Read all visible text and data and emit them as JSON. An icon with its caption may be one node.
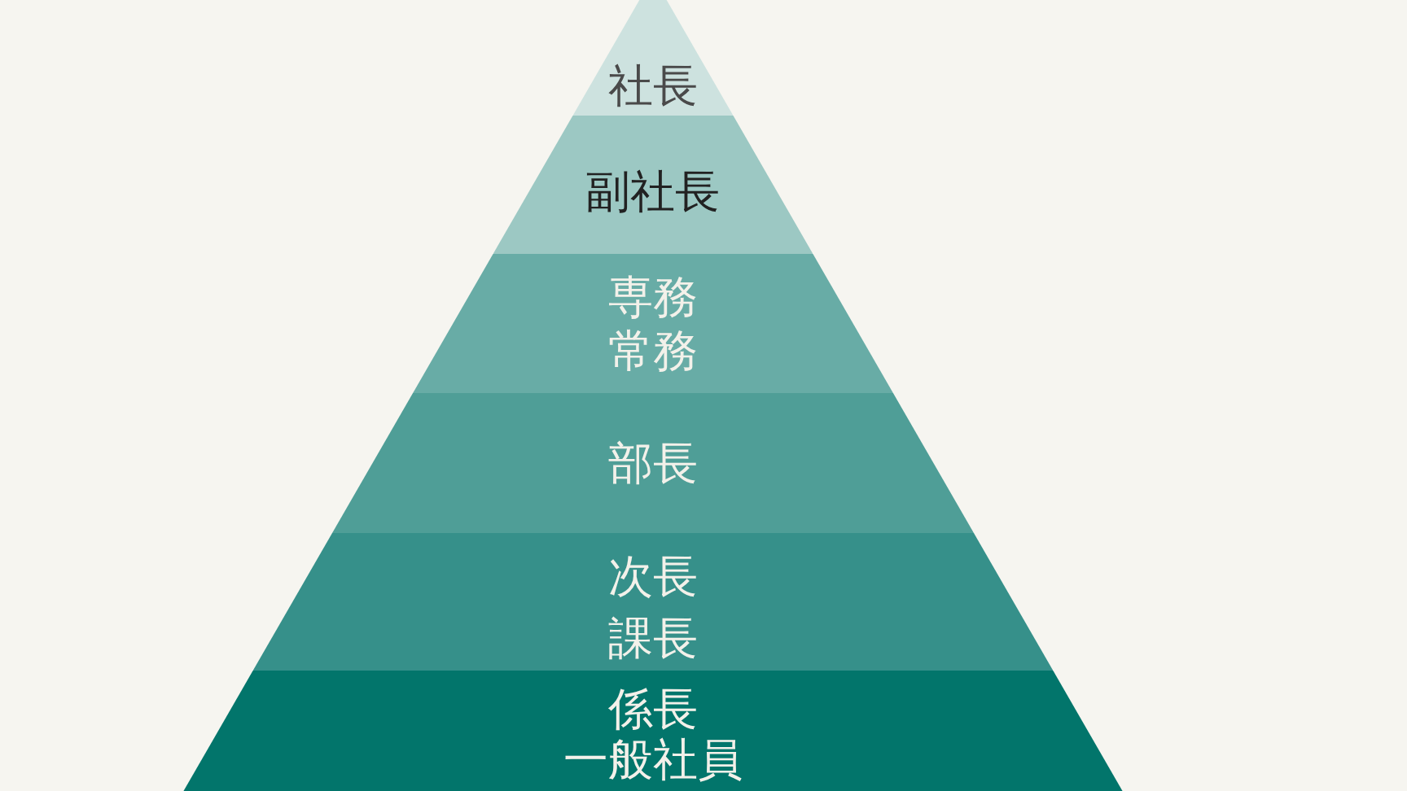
{
  "diagram": {
    "nodes": [
      {
        "text": [
          "社長"
        ]
      },
      {
        "text": [
          "副社長"
        ]
      },
      {
        "text": [
          "専務",
          "常務"
        ]
      },
      {
        "text": [
          "部長"
        ]
      },
      {
        "text": [
          "次長",
          "課長"
        ]
      },
      {
        "text": [
          "係長",
          "一般社員"
        ]
      }
    ]
  }
}
